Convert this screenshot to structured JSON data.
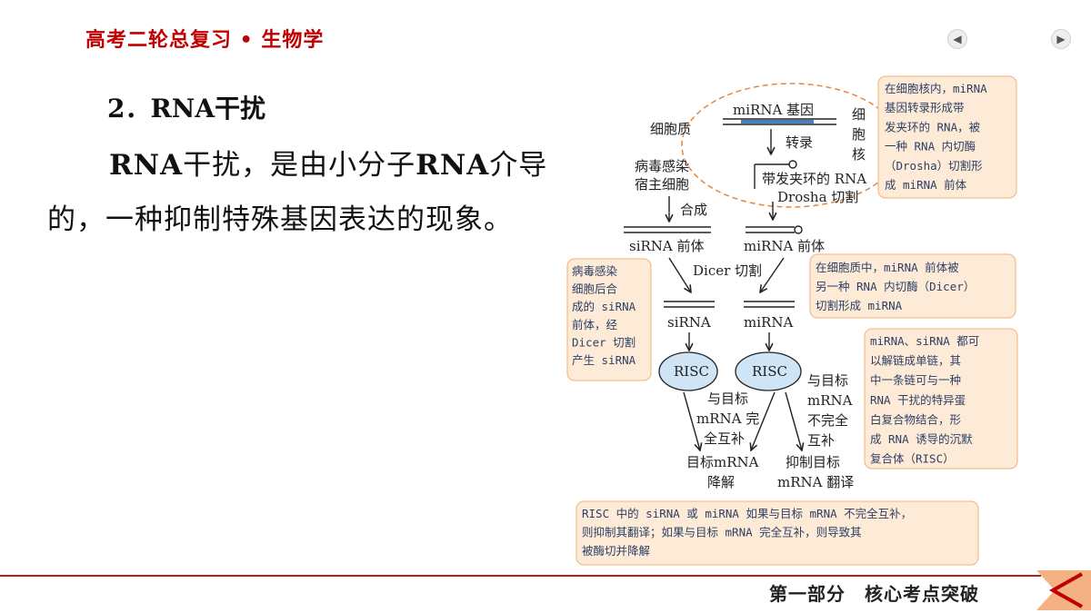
{
  "header": {
    "title": "高考二轮总复习 • 生物学"
  },
  "nav": {
    "prev_icon": "left-arrow",
    "next_icon": "right-arrow"
  },
  "section": {
    "heading": "2．RNA干扰",
    "para_bold": "RNA",
    "para_part1": "干扰，是由小分子",
    "para_part2": "介导的，一种抑制特殊基因表达的现象。"
  },
  "diagram": {
    "cytoplasm": "细胞质",
    "nucleus": [
      "细",
      "胞",
      "核"
    ],
    "mirna_gene": "miRNA 基因",
    "transcription": "转录",
    "hairpin_rna": "带发夹环的 RNA",
    "drosha_cut": "Drosha 切割",
    "virus_line1": "病毒感染",
    "virus_line2": "宿主细胞",
    "synthesis": "合成",
    "sirna_precursor": "siRNA 前体",
    "mirna_precursor": "miRNA 前体",
    "dicer_cut": "Dicer 切割",
    "sirna": "siRNA",
    "mirna": "miRNA",
    "risc": "RISC",
    "full_comp": [
      "与目标",
      "mRNA 完",
      "全互补"
    ],
    "partial_comp": [
      "与目标",
      "mRNA",
      "不完全",
      "互补"
    ],
    "degrade": [
      "目标mRNA",
      "降解"
    ],
    "inhibit": [
      "抑制目标",
      "mRNA 翻译"
    ]
  },
  "notes": {
    "note1": [
      "在细胞核内，miRNA",
      "基因转录形成带",
      "发夹环的 RNA，被",
      "一种 RNA 内切酶",
      "（Drosha）切割形",
      "成 miRNA 前体"
    ],
    "note2": [
      "在细胞质中，miRNA 前体被",
      "另一种 RNA 内切酶（Dicer）",
      "切割形成 miRNA"
    ],
    "note3": [
      "病毒感染",
      "细胞后合",
      "成的 siRNA",
      "前体，经",
      "Dicer 切割",
      "产生 siRNA"
    ],
    "note4": [
      "miRNA、siRNA 都可",
      "以解链成单链，其",
      "中一条链可与一种",
      "RNA 干扰的特异蛋",
      "白复合物结合，形",
      "成 RNA 诱导的沉默",
      "复合体（RISC）"
    ],
    "note5": [
      "RISC 中的 siRNA 或 miRNA 如果与目标 mRNA 不完全互补，",
      "则抑制其翻译；如果与目标 mRNA 完全互补，则导致其",
      "被酶切并降解"
    ]
  },
  "colors": {
    "title_red": "#c00000",
    "note_fill": "#fdebd7",
    "note_stroke": "#f0b27a",
    "risc_fill": "#cfe4f5",
    "dash_orange": "#e8853a"
  },
  "footer": {
    "text": "第一部分　核心考点突破"
  }
}
